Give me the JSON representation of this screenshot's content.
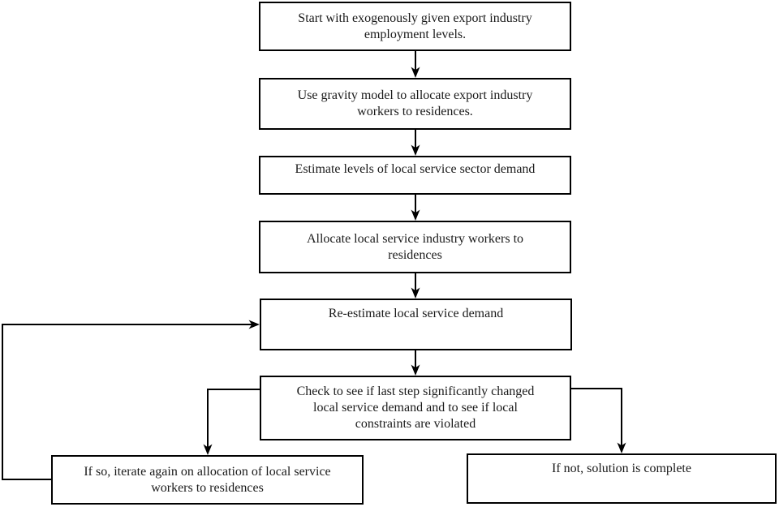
{
  "diagram": {
    "type": "flowchart",
    "background_color": "#ffffff",
    "line_color": "#000000",
    "text_color": "#1a1a1a",
    "nodes": {
      "start": {
        "label": "Start with exogenously given export industry\nemployment levels."
      },
      "gravity": {
        "label": "Use gravity model to allocate export industry\nworkers to residences."
      },
      "estimate": {
        "label": "Estimate levels of local service sector demand"
      },
      "allocate": {
        "label": "Allocate local service industry workers to\nresidences"
      },
      "reestimate": {
        "label": "Re-estimate local service demand"
      },
      "check": {
        "label": "Check to see if last step significantly changed\nlocal service demand and to see if local\nconstraints are violated"
      },
      "iterate": {
        "label": "If so, iterate again on allocation of local service\nworkers to residences"
      },
      "complete": {
        "label": "If not, solution is complete"
      }
    },
    "edges": [
      {
        "from": "start",
        "to": "gravity"
      },
      {
        "from": "gravity",
        "to": "estimate"
      },
      {
        "from": "estimate",
        "to": "allocate"
      },
      {
        "from": "allocate",
        "to": "reestimate"
      },
      {
        "from": "reestimate",
        "to": "check"
      },
      {
        "from": "check",
        "to": "iterate"
      },
      {
        "from": "check",
        "to": "complete"
      },
      {
        "from": "iterate",
        "to": "reestimate"
      }
    ]
  }
}
